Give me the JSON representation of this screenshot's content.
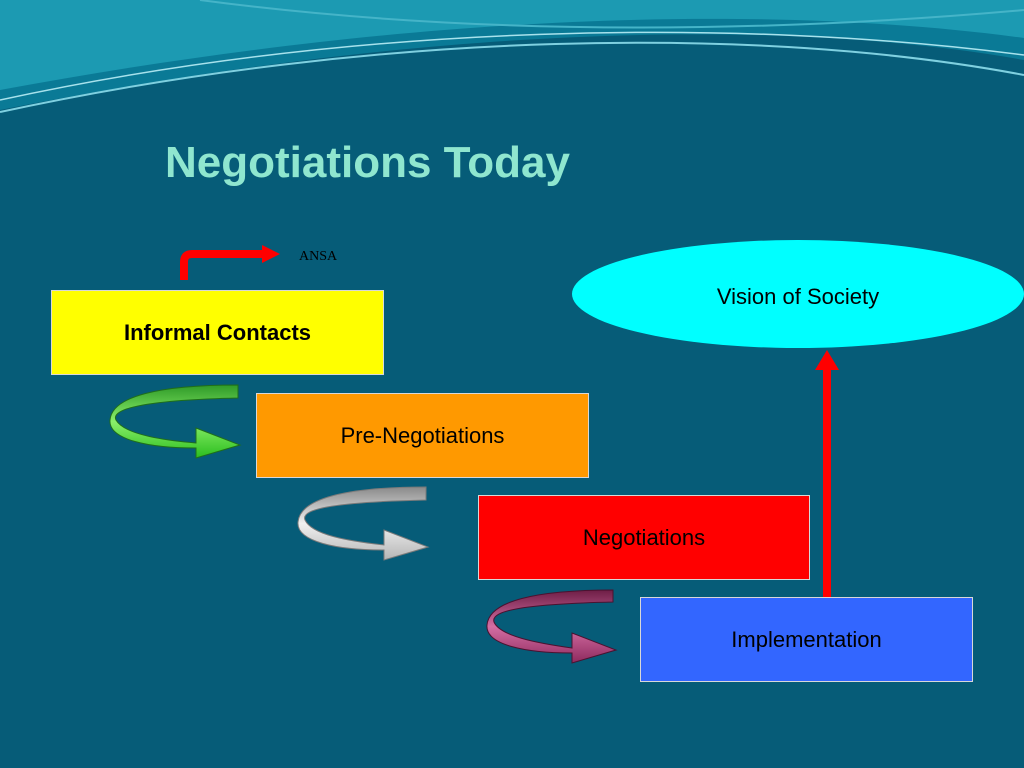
{
  "slide": {
    "title": "Negotiations Today"
  },
  "diagram": {
    "stages": [
      {
        "label": "Informal Contacts",
        "color": "#ffff00"
      },
      {
        "label": "Pre-Negotiations",
        "color": "#ff9900"
      },
      {
        "label": "Negotiations",
        "color": "#ff0000"
      },
      {
        "label": "Implementation",
        "color": "#3366ff"
      }
    ],
    "goal": {
      "label": "Vision of Society",
      "color": "#00ffff"
    },
    "side_label": "ANSA",
    "arrow_colors": {
      "stage1_to_2": "#44cc33",
      "stage2_to_3": "#bbbbbb",
      "stage3_to_4": "#993366",
      "to_goal": "#ff0000",
      "ansa": "#ff0000"
    },
    "background_color": "#065c78",
    "title_color": "#8fe6cf"
  }
}
